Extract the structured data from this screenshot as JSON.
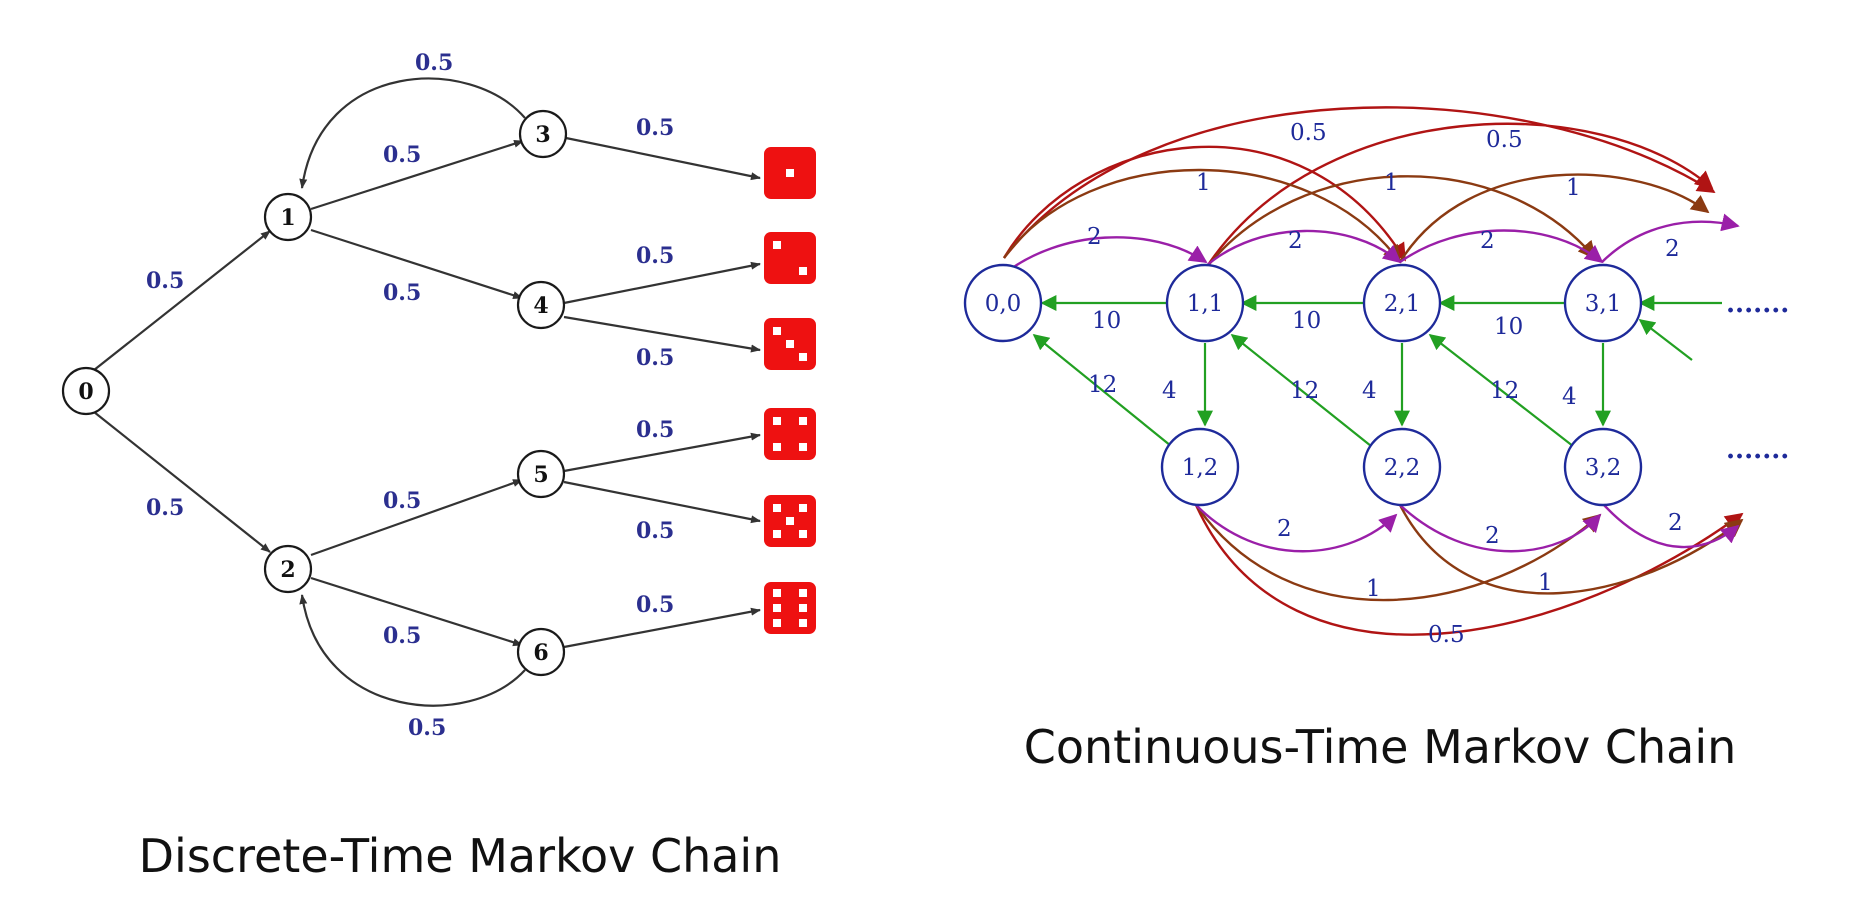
{
  "captions": {
    "left": "Discrete-Time Markov Chain",
    "right": "Continuous-Time Markov Chain"
  },
  "discrete": {
    "nodes": [
      "0",
      "1",
      "2",
      "3",
      "4",
      "5",
      "6"
    ],
    "probabilities": {
      "p_3_1_loop": "0.5",
      "p_0_1": "0.5",
      "p_0_2": "0.5",
      "p_1_3": "0.5",
      "p_1_4": "0.5",
      "p_3_d1": "0.5",
      "p_4_d2": "0.5",
      "p_4_d3": "0.5",
      "p_2_5": "0.5",
      "p_2_6": "0.5",
      "p_5_d4": "0.5",
      "p_5_d5": "0.5",
      "p_6_d6": "0.5",
      "p_6_2_loop": "0.5"
    },
    "dice_faces": [
      1,
      2,
      3,
      4,
      5,
      6
    ],
    "colors": {
      "die": "#ee1111",
      "prob_text": "#2b2f8f",
      "edge": "#333333"
    }
  },
  "continuous": {
    "nodes": {
      "n00": "0,0",
      "n11": "1,1",
      "n21": "2,1",
      "n31": "3,1",
      "n12": "1,2",
      "n22": "2,2",
      "n32": "3,2"
    },
    "rates": {
      "r_0_5_top_a": "0.5",
      "r_0_5_top_b": "0.5",
      "r_1_top_a": "1",
      "r_1_top_b": "1",
      "r_1_top_c": "1",
      "r_2_top_a": "2",
      "r_2_top_b": "2",
      "r_2_top_c": "2",
      "r_2_top_d": "2",
      "r_10_a": "10",
      "r_10_b": "10",
      "r_10_c": "10",
      "r_4_a": "4",
      "r_4_b": "4",
      "r_4_c": "4",
      "r_12_a": "12",
      "r_12_b": "12",
      "r_12_c": "12",
      "r_2_bot_a": "2",
      "r_2_bot_b": "2",
      "r_2_bot_c": "2",
      "r_1_bot_a": "1",
      "r_1_bot_b": "1",
      "r_0_5_bot": "0.5"
    },
    "continuation": {
      "top": ".......",
      "bottom": "......."
    },
    "colors": {
      "node": "#1e2a9a",
      "rate_text": "#1e2a9a",
      "green": "#22a022",
      "purple": "#9a1fa8",
      "brown": "#8b3a12",
      "red": "#b01414"
    }
  }
}
